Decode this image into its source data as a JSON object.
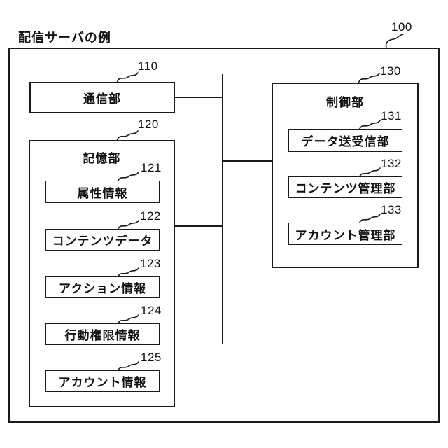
{
  "title": "配信サーバの例",
  "outer": {
    "ref": "100"
  },
  "colors": {
    "line": "#1a1a1a",
    "background": "#ffffff"
  },
  "blocks": {
    "communication": {
      "ref": "110",
      "label": "通信部"
    },
    "storage": {
      "ref": "120",
      "label": "記憶部",
      "items": [
        {
          "ref": "121",
          "label": "属性情報"
        },
        {
          "ref": "122",
          "label": "コンテンツデータ"
        },
        {
          "ref": "123",
          "label": "アクション情報"
        },
        {
          "ref": "124",
          "label": "行動権限情報"
        },
        {
          "ref": "125",
          "label": "アカウント情報"
        }
      ]
    },
    "control": {
      "ref": "130",
      "label": "制御部",
      "items": [
        {
          "ref": "131",
          "label": "データ送受信部"
        },
        {
          "ref": "132",
          "label": "コンテンツ管理部"
        },
        {
          "ref": "133",
          "label": "アカウント管理部"
        }
      ]
    }
  }
}
